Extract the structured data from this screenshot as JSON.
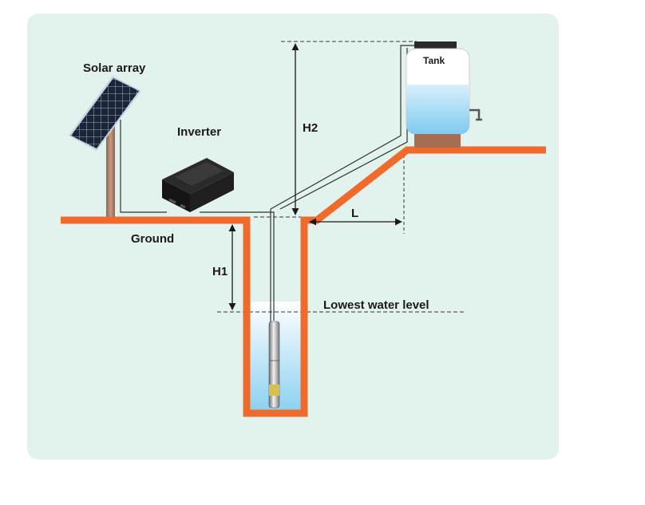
{
  "labels": {
    "solar_array": "Solar array",
    "inverter": "Inverter",
    "tank": "Tank",
    "ground": "Ground",
    "h1": "H1",
    "h2": "H2",
    "l": "L",
    "lowest_water_level": "Lowest water level"
  },
  "colors": {
    "panel_bg": "#e2f2ec",
    "ground_line": "#ee6b2b",
    "water_top": "#ffffff",
    "water_bottom": "#8dd2f2",
    "pole": "#a77a63",
    "tank_base": "#a46d4f",
    "dimension_line": "#1a1a1a"
  },
  "icons": [
    "solar-panel-icon",
    "inverter-icon",
    "water-tank-icon",
    "submersible-pump-icon"
  ]
}
